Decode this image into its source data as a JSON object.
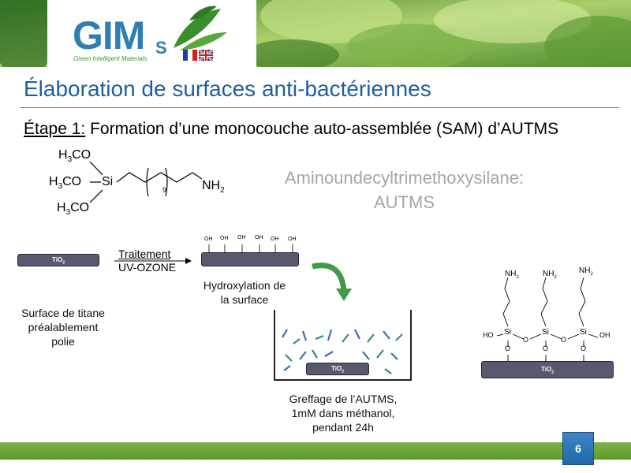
{
  "logo": {
    "main": "GIM",
    "s": "S",
    "subtitle": "Green Intelligent Materials"
  },
  "slide": {
    "title": "Élaboration de surfaces anti-bactériennes",
    "step_label": "Étape 1:",
    "step_text": " Formation d’une monocouche auto-assemblée (SAM) d’AUTMS",
    "molecule_name_line1": "Aminoundecyltrimethoxysilane:",
    "molecule_name_line2": "AUTMS",
    "substrate": "TiO",
    "substrate_sub": "2",
    "treatment_line1": "Traitement",
    "treatment_line2": "UV-OZONE",
    "hydroxylation_line1": "Hydroxylation de",
    "hydroxylation_line2": "la surface",
    "surface_line1": "Surface de titane",
    "surface_line2": "préalablement",
    "surface_line3": "polie",
    "grafting_line1": "Greffage de l’AUTMS,",
    "grafting_line2": "1mM dans méthanol,",
    "grafting_line3": "pendant 24h",
    "page_number": "6"
  },
  "formula": {
    "h3co": "H",
    "sub3": "3",
    "co": "CO",
    "si": "Si",
    "nh": "NH",
    "sub2": "2",
    "n": "9"
  },
  "sam": {
    "oh": "OH",
    "o": "O",
    "si": "Si",
    "ho": "HO",
    "nh2_main": "NH",
    "nh2_sub": "2"
  },
  "colors": {
    "title_blue": "#1f5fa0",
    "slab_gray": "#58586e",
    "footer_green": "#6aa63a",
    "page_box_blue": "#2a72b3"
  }
}
